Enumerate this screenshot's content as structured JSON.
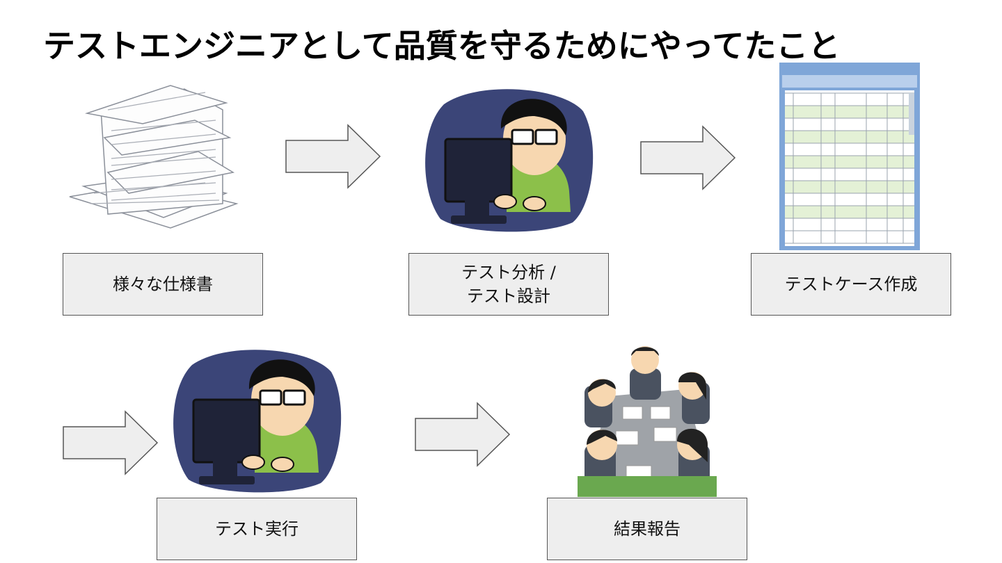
{
  "title": "テストエンジニアとして品質を守るためにやってたこと",
  "steps": [
    {
      "label": "様々な仕様書"
    },
    {
      "label": "テスト分析 /\nテスト設計"
    },
    {
      "label": "テストケース作成"
    },
    {
      "label": "テスト実行"
    },
    {
      "label": "結果報告"
    }
  ],
  "colors": {
    "box_fill": "#eeeeee",
    "box_border": "#555555",
    "arrow_fill": "#eeeeee",
    "night_bg": "#3b4578",
    "shirt": "#8cc04a",
    "spreadsheet_frame": "#7fa6d8",
    "spreadsheet_row_alt": "#e4f1d6"
  },
  "icons": [
    "paper-stack-icon",
    "engineer-at-computer-icon",
    "spreadsheet-icon",
    "engineer-at-computer-icon",
    "meeting-icon"
  ]
}
